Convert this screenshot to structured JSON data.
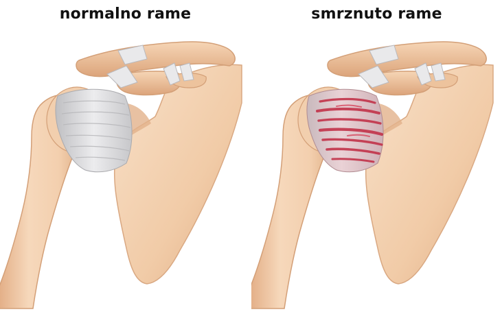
{
  "panels": [
    {
      "title": "normalno rame",
      "state": "normal"
    },
    {
      "title": "smrznuto rame",
      "state": "frozen"
    }
  ],
  "colors": {
    "bone_light": "#f7dcc0",
    "bone_mid": "#edc29c",
    "bone_dark": "#d9a27a",
    "capsule_normal": "#dcdcdc",
    "capsule_inflamed": "#c53a4a",
    "ligament": "#e8e8ea"
  }
}
